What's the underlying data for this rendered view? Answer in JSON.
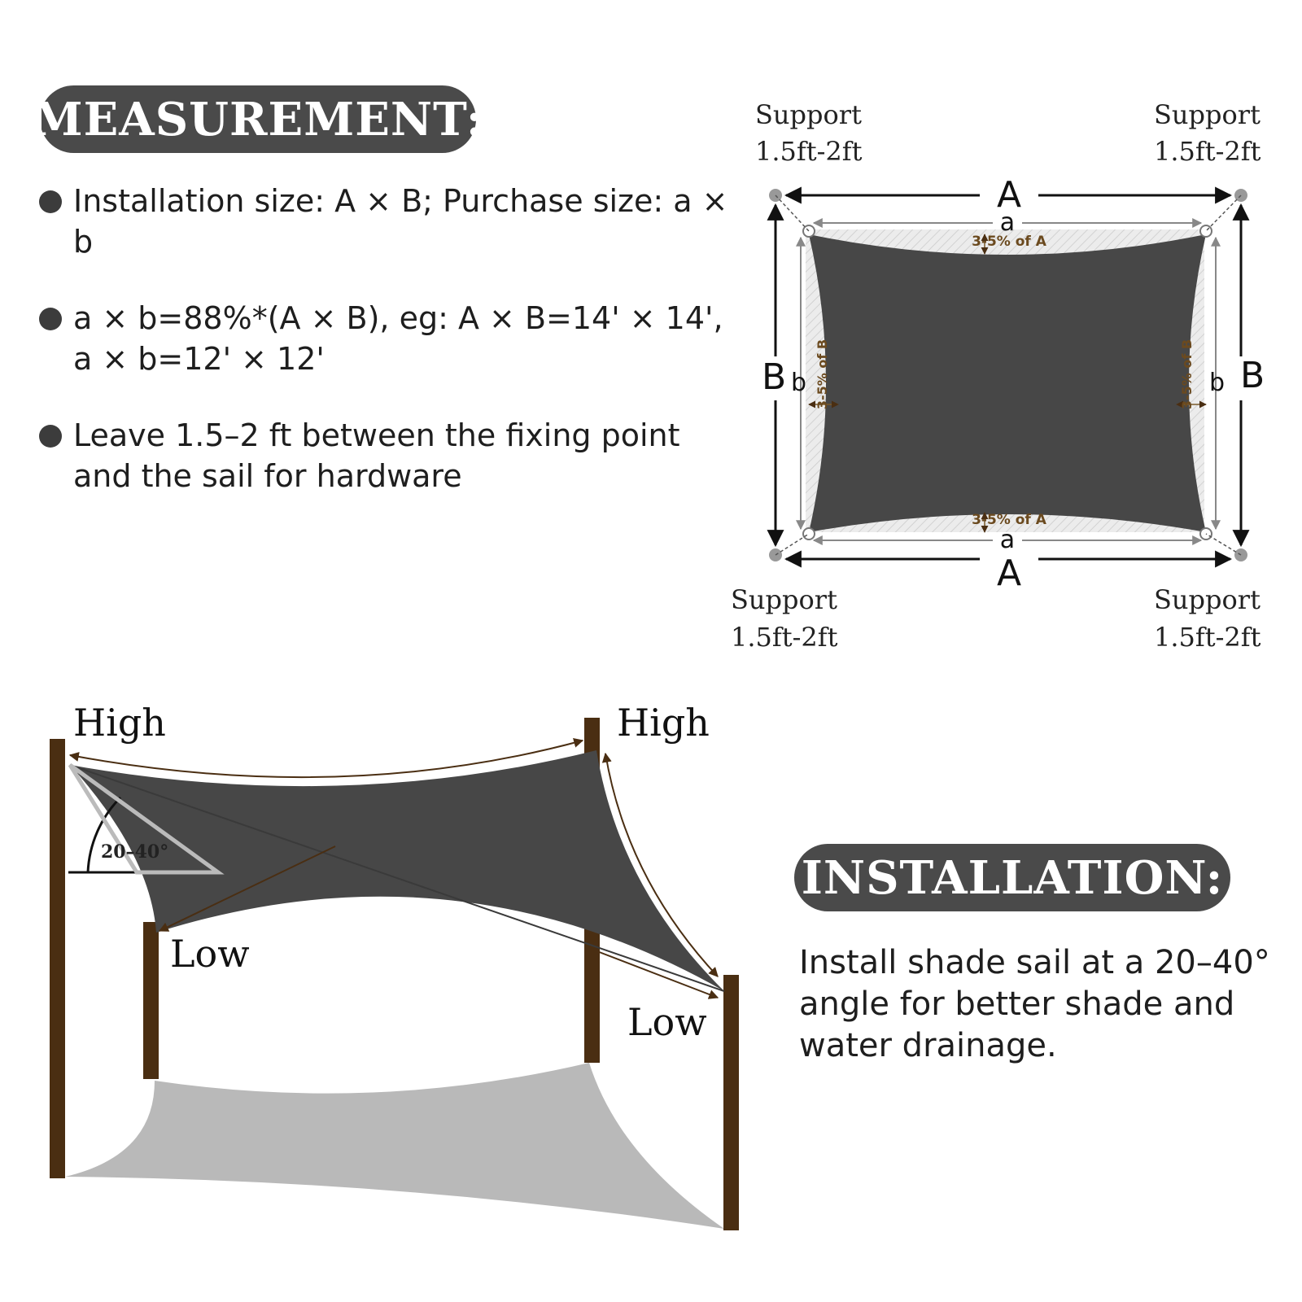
{
  "measurement": {
    "heading": "MEASUREMENT:",
    "bullets": [
      "Installation size: A × B; Purchase size: a × b",
      "a × b=88%*(A × B), eg: A × B=14' × 14', a × b=12' × 12'",
      "Leave 1.5–2 ft between the fixing point and the sail for hardware"
    ]
  },
  "diagram_top": {
    "support_label": "Support",
    "support_range": "1.5ft-2ft",
    "install_length": "A",
    "install_width": "B",
    "sail_length": "a",
    "sail_width": "b",
    "length_curve": "3-5% of A",
    "width_curve": "3-5% of B",
    "sail_color": "#474747"
  },
  "diagram_bottom": {
    "high_label": "High",
    "low_label": "Low",
    "angle_label": "20–40°",
    "post_color": "#4a2e12",
    "sail_color": "#474747",
    "shadow_color": "#b9b9b9"
  },
  "installation": {
    "heading": "INSTALLATION:",
    "text": "Install shade sail at a 20–40° angle for better shade and water drainage."
  }
}
